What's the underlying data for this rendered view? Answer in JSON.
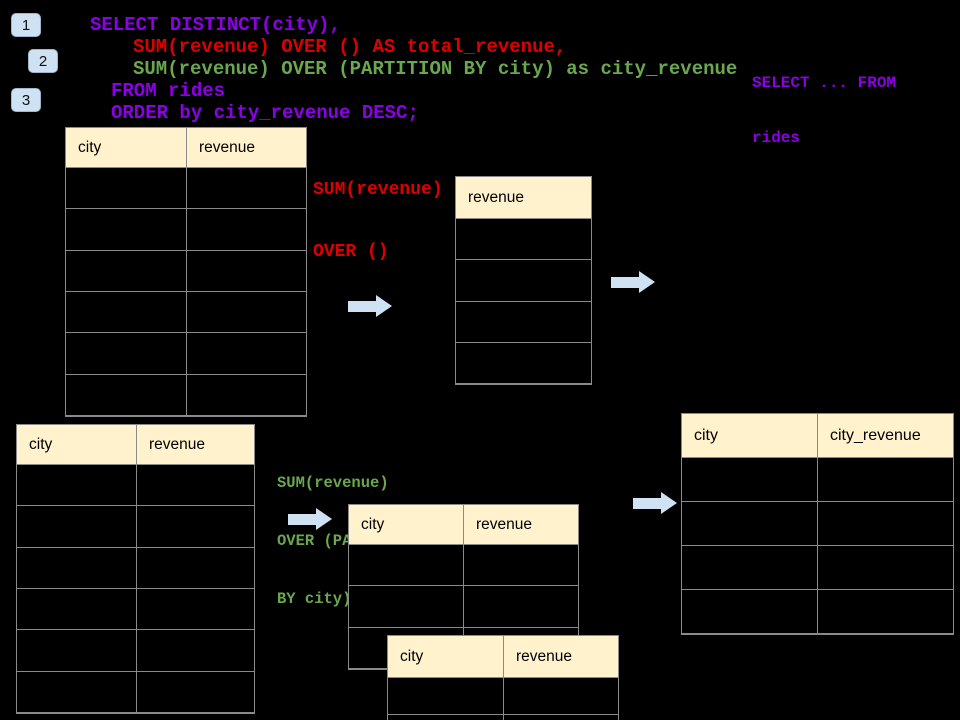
{
  "colors": {
    "background": "#000000",
    "purple": "#8C00E6",
    "red": "#DC0000",
    "green": "#6AA84F",
    "table_header_bg": "#FFF2CC",
    "arrow_blue": "#CFE2F3",
    "badge_bg": "#CFE2F3",
    "border_gray": "#8A8A8A"
  },
  "badges": [
    {
      "label": "1"
    },
    {
      "label": "2"
    },
    {
      "label": "3"
    }
  ],
  "sql_code": {
    "line1": "SELECT DISTINCT(city),",
    "line2": "SUM(revenue) OVER () AS total_revenue,",
    "line3": "SUM(revenue) OVER (PARTITION BY city) as city_revenue",
    "line4": "FROM rides",
    "line5": "ORDER by city_revenue DESC;"
  },
  "side_note": {
    "line1": "SELECT ... FROM",
    "line2": "rides"
  },
  "labels": {
    "total_label": {
      "line1": "SUM(revenue)",
      "line2": "OVER ()"
    },
    "partition_label": {
      "line1": "SUM(revenue)",
      "line2": "OVER (PARTITION",
      "line3": "BY city)"
    }
  },
  "tables": {
    "source_top": {
      "headers": [
        "city",
        "revenue"
      ],
      "row_count": 6
    },
    "revenue_only": {
      "headers": [
        "revenue"
      ],
      "row_count": 4
    },
    "source_bottom": {
      "headers": [
        "city",
        "revenue"
      ],
      "row_count": 6
    },
    "partition_mid": {
      "headers": [
        "city",
        "revenue"
      ],
      "row_count": 3
    },
    "partition_overlap": {
      "headers": [
        "city",
        "revenue"
      ],
      "row_count": 2
    },
    "result": {
      "headers": [
        "city",
        "city_revenue"
      ],
      "row_count": 4
    }
  }
}
